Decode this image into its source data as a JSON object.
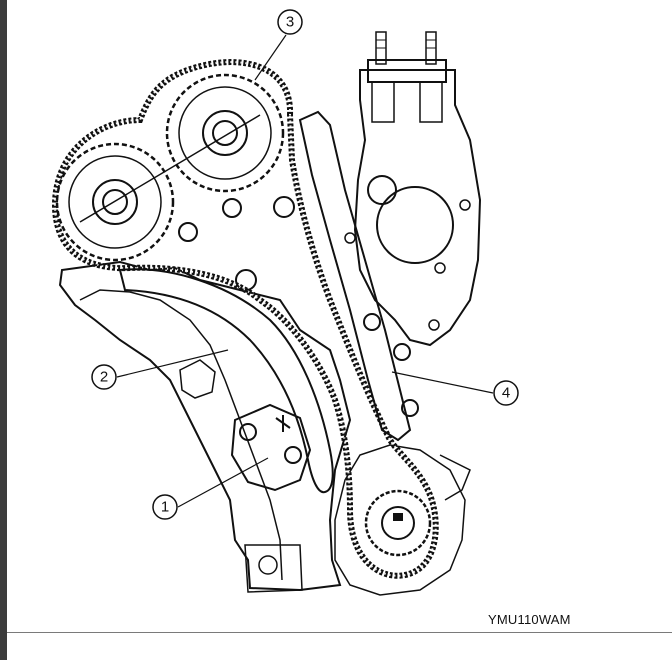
{
  "figure": {
    "code": "YMU110WAM",
    "callouts": [
      {
        "label": "1"
      },
      {
        "label": "2"
      },
      {
        "label": "3"
      },
      {
        "label": "4"
      }
    ]
  }
}
